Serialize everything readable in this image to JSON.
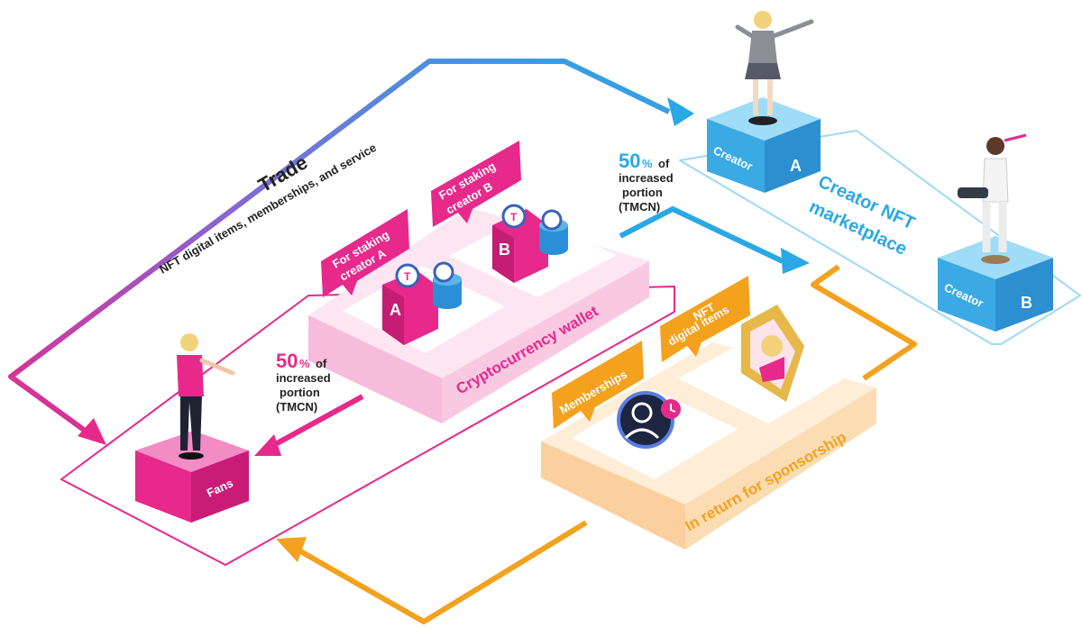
{
  "trade": {
    "title": "Trade",
    "subtitle": "NFT digital items, memberships, and service"
  },
  "wallet": {
    "label": "Cryptocurrency wallet",
    "tag_a_line1": "For staking",
    "tag_a_line2": "creator A",
    "tag_b_line1": "For staking",
    "tag_b_line2": "creator B",
    "letter_a": "A",
    "letter_b": "B",
    "token_symbol": "T"
  },
  "fans": {
    "label": "Fans"
  },
  "creator_a": {
    "label": "Creator",
    "letter": "A"
  },
  "creator_b": {
    "label": "Creator",
    "letter": "B"
  },
  "marketplace": {
    "line1": "Creator NFT",
    "line2": "marketplace"
  },
  "sponsorship": {
    "label": "In return for sponsorship",
    "memberships": "Memberships",
    "nft_line1": "NFT",
    "nft_line2": "digital items"
  },
  "portion_fans": {
    "percent": "50",
    "percent_sign": "%",
    "of": "of",
    "line2": "increased",
    "line3": "portion",
    "line4": "(TMCN)"
  },
  "portion_creator": {
    "percent": "50",
    "percent_sign": "%",
    "of": "of",
    "line2": "increased",
    "line3": "portion",
    "line4": "(TMCN)"
  },
  "colors": {
    "pink": "#e6298b",
    "blue": "#2aa8e6",
    "orange": "#f4a11d",
    "purple": "#7b5bd6"
  }
}
